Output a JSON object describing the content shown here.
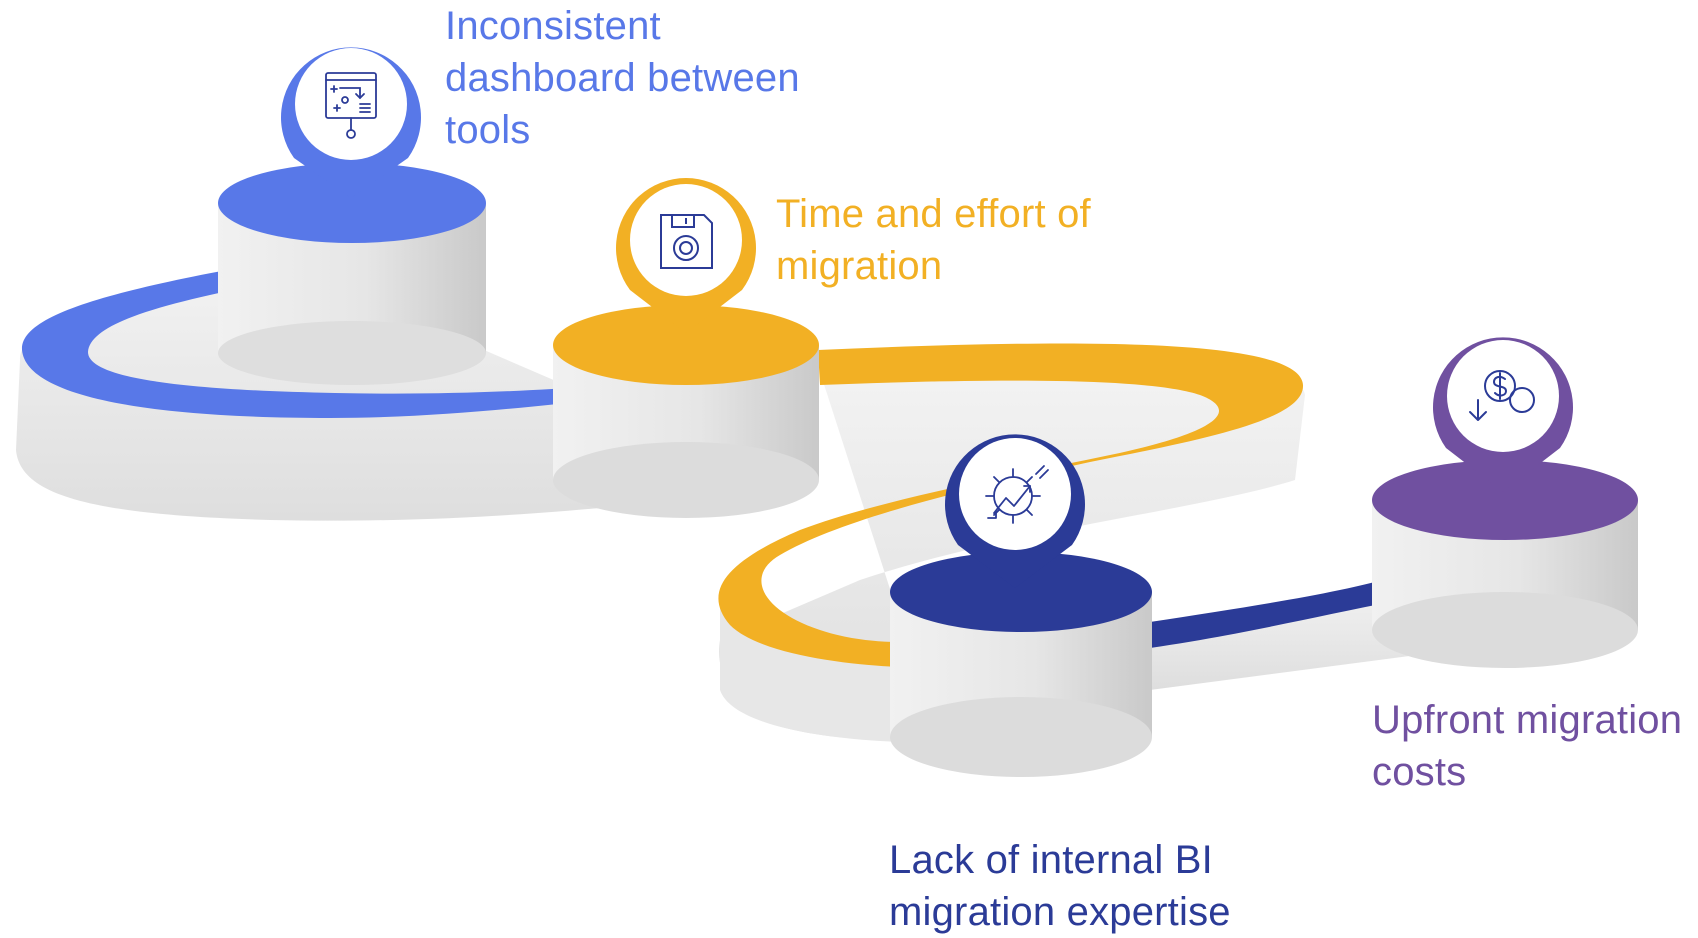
{
  "colors": {
    "blue": "#5878E8",
    "yellow": "#F2B024",
    "navy": "#2B3B97",
    "purple": "#7050A0",
    "surface": "#F0F0F0",
    "side_light": "#EDEDED",
    "side_dark": "#CFCFCF"
  },
  "steps": [
    {
      "lines": [
        "Inconsistent",
        "dashboard between",
        "tools"
      ],
      "color_key": "blue",
      "icon": "presentation-board-icon"
    },
    {
      "lines": [
        "Time and effort of",
        "migration"
      ],
      "color_key": "yellow",
      "icon": "floppy-disk-icon"
    },
    {
      "lines": [
        "Lack of internal BI",
        "migration expertise"
      ],
      "color_key": "navy",
      "icon": "gear-trend-icon"
    },
    {
      "lines": [
        "Upfront migration",
        "costs"
      ],
      "color_key": "purple",
      "icon": "coins-down-icon"
    }
  ]
}
